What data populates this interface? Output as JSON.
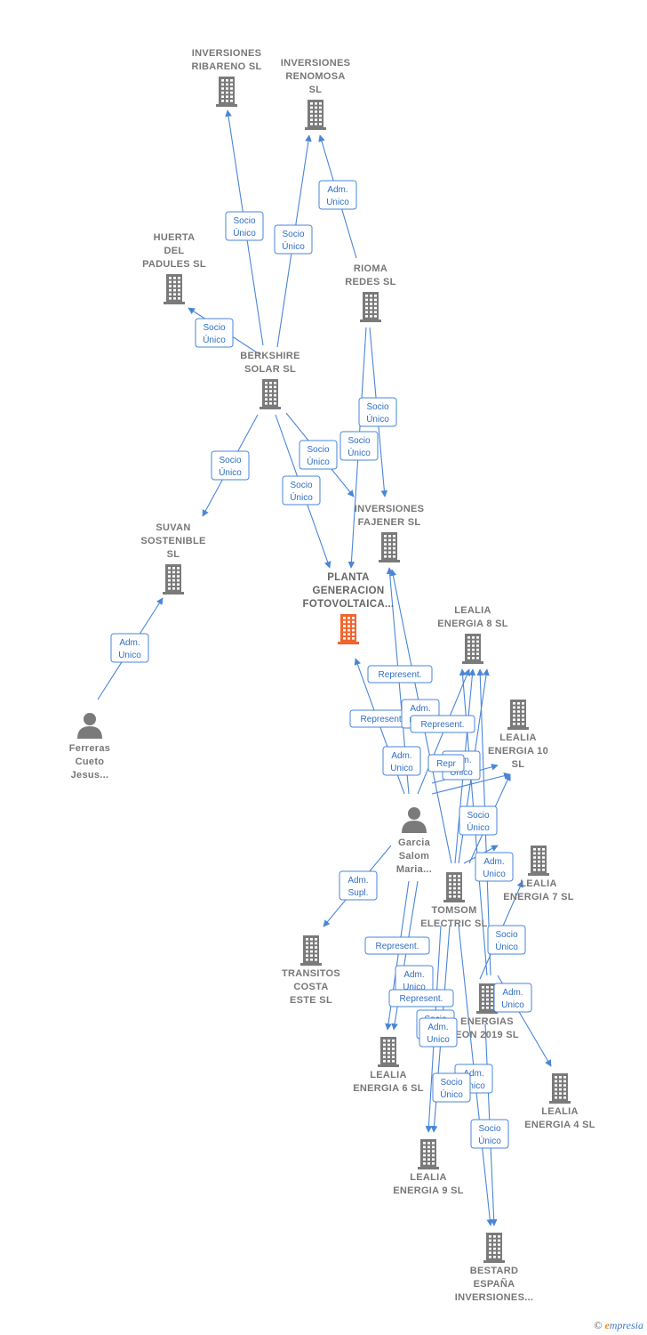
{
  "colors": {
    "edge": "#4a86d8",
    "company": "#7a7a7a",
    "focus": "#f0642d",
    "person": "#7a7a7a"
  },
  "nodes": [
    {
      "id": "ribareno",
      "kind": "company",
      "lines": [
        "INVERSIONES",
        "RIBARENO  SL"
      ]
    },
    {
      "id": "renomosa",
      "kind": "company",
      "lines": [
        "INVERSIONES",
        "RENOMOSA",
        "SL"
      ]
    },
    {
      "id": "huerta",
      "kind": "company",
      "lines": [
        "HUERTA",
        "DEL",
        "PADULES  SL"
      ]
    },
    {
      "id": "rioma",
      "kind": "company",
      "lines": [
        "RIOMA",
        "REDES SL"
      ]
    },
    {
      "id": "berkshire",
      "kind": "company",
      "lines": [
        "BERKSHIRE",
        "SOLAR  SL"
      ]
    },
    {
      "id": "suvan",
      "kind": "company",
      "lines": [
        "SUVAN",
        "SOSTENIBLE",
        "SL"
      ]
    },
    {
      "id": "fajener",
      "kind": "company",
      "lines": [
        "INVERSIONES",
        "FAJENER  SL"
      ]
    },
    {
      "id": "planta",
      "kind": "focus",
      "lines": [
        "PLANTA",
        "GENERACION",
        "FOTOVOLTAICA..."
      ]
    },
    {
      "id": "lealia8",
      "kind": "company",
      "lines": [
        "LEALIA",
        "ENERGIA 8  SL"
      ]
    },
    {
      "id": "lealia10",
      "kind": "company",
      "lines": [
        "LEALIA",
        "ENERGIA 10",
        "SL"
      ]
    },
    {
      "id": "ferreras",
      "kind": "person",
      "lines": [
        "Ferreras",
        "Cueto",
        "Jesus..."
      ]
    },
    {
      "id": "garcia",
      "kind": "person",
      "lines": [
        "Garcia",
        "Salom",
        "Maria..."
      ]
    },
    {
      "id": "lealia7",
      "kind": "company",
      "lines": [
        "LEALIA",
        "ENERGIA 7  SL"
      ]
    },
    {
      "id": "tomsom",
      "kind": "company",
      "lines": [
        "TOMSOM",
        "ELECTRIC  SL"
      ]
    },
    {
      "id": "transitos",
      "kind": "company",
      "lines": [
        "TRANSITOS",
        "COSTA",
        "ESTE SL"
      ]
    },
    {
      "id": "energias",
      "kind": "company",
      "lines": [
        "ENERGIAS",
        "EON 2019  SL"
      ]
    },
    {
      "id": "lealia6",
      "kind": "company",
      "lines": [
        "LEALIA",
        "ENERGIA 6  SL"
      ]
    },
    {
      "id": "lealia4",
      "kind": "company",
      "lines": [
        "LEALIA",
        "ENERGIA 4  SL"
      ]
    },
    {
      "id": "lealia9",
      "kind": "company",
      "lines": [
        "LEALIA",
        "ENERGIA 9  SL"
      ]
    },
    {
      "id": "bestard",
      "kind": "company",
      "lines": [
        "BESTARD",
        "ESPAÑA",
        "INVERSIONES..."
      ]
    }
  ],
  "badges": [
    {
      "id": "b1",
      "lines": [
        "Socio",
        "Único"
      ]
    },
    {
      "id": "b2",
      "lines": [
        "Socio",
        "Único"
      ]
    },
    {
      "id": "b3",
      "lines": [
        "Adm.",
        "Unico"
      ]
    },
    {
      "id": "b4",
      "lines": [
        "Socio",
        "Único"
      ]
    },
    {
      "id": "b5",
      "lines": [
        "Socio",
        "Único"
      ]
    },
    {
      "id": "b6",
      "lines": [
        "Socio",
        "Único"
      ]
    },
    {
      "id": "b7",
      "lines": [
        "Socio",
        "Único"
      ]
    },
    {
      "id": "b8",
      "lines": [
        "Socio",
        "Único"
      ]
    },
    {
      "id": "b9",
      "lines": [
        "Socio",
        "Único"
      ]
    },
    {
      "id": "b10",
      "lines": [
        "Adm.",
        "Unico"
      ]
    },
    {
      "id": "b11",
      "lines": [
        "Represent."
      ]
    },
    {
      "id": "b12",
      "lines": [
        "Represent."
      ]
    },
    {
      "id": "b13",
      "lines": [
        "Adm.",
        "Unico"
      ]
    },
    {
      "id": "b14",
      "lines": [
        "Represent."
      ]
    },
    {
      "id": "b15",
      "lines": [
        "Adm.",
        "Unico"
      ]
    },
    {
      "id": "b16",
      "lines": [
        "Adm.",
        "Unico"
      ]
    },
    {
      "id": "b17",
      "lines": [
        "Repr"
      ]
    },
    {
      "id": "b18",
      "lines": [
        "Socio",
        "Único"
      ]
    },
    {
      "id": "b19",
      "lines": [
        "Adm.",
        "Unico"
      ]
    },
    {
      "id": "b20",
      "lines": [
        "Adm.",
        "Supl."
      ]
    },
    {
      "id": "b21",
      "lines": [
        "Socio",
        "Único"
      ]
    },
    {
      "id": "b22",
      "lines": [
        "Represent."
      ]
    },
    {
      "id": "b23",
      "lines": [
        "Adm.",
        "Unico"
      ]
    },
    {
      "id": "b24",
      "lines": [
        "Represent."
      ]
    },
    {
      "id": "b25",
      "lines": [
        "Adm.",
        "Unico"
      ]
    },
    {
      "id": "b26",
      "lines": [
        "Socio",
        "Único"
      ]
    },
    {
      "id": "b27",
      "lines": [
        "Adm.",
        "Unico"
      ]
    },
    {
      "id": "b28",
      "lines": [
        "Adm.",
        "Unico"
      ]
    },
    {
      "id": "b29",
      "lines": [
        "Socio",
        "Único"
      ]
    },
    {
      "id": "b30",
      "lines": [
        "Socio",
        "Único"
      ]
    }
  ],
  "brand": {
    "copyright": "©",
    "e": "e",
    "rest": "mpresia"
  }
}
